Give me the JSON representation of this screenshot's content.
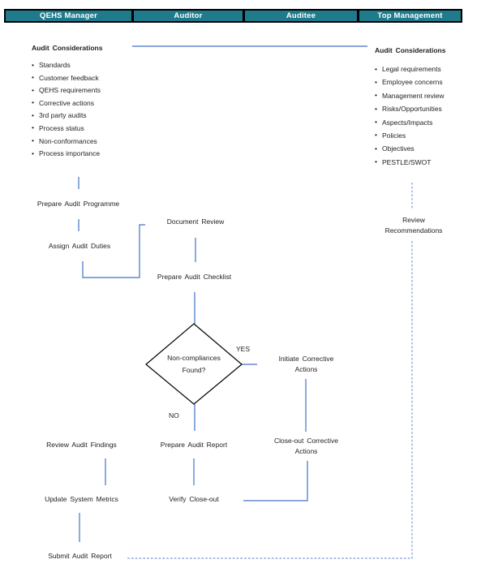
{
  "lanes": [
    {
      "label": "QEHS Manager"
    },
    {
      "label": "Auditor"
    },
    {
      "label": "Auditee"
    },
    {
      "label": "Top Management"
    }
  ],
  "colors": {
    "lane_bg": "#1F7A8C",
    "lane_text": "#FFFFFF",
    "connector": "#4472C4",
    "connector_dashed": "#8FA9DE",
    "box_border": "#000000",
    "text": "#1F1F1F"
  },
  "boxes": {
    "considerations_left": {
      "title": "Audit Considerations",
      "items": [
        "Standards",
        "Customer feedback",
        "QEHS requirements",
        "Corrective actions",
        "3rd party audits",
        "Process status",
        "Non-conformances",
        "Process importance"
      ]
    },
    "considerations_right": {
      "title": "Audit Considerations",
      "items": [
        "Legal requirements",
        "Employee concerns",
        "Management review",
        "Risks/Opportunities",
        "Aspects/Impacts",
        "Policies",
        "Objectives",
        "PESTLE/SWOT"
      ]
    },
    "prepare_audit_programme": "Prepare Audit Programme",
    "assign_audit_duties": "Assign Audit Duties",
    "document_review": "Document Review",
    "prepare_audit_checklist": "Prepare Audit Checklist",
    "decision": {
      "line1": "Non-compliances",
      "line2": "Found?"
    },
    "initiate_corrective_actions": "Initiate Corrective Actions",
    "close_out_corrective_actions": "Close-out Corrective Actions",
    "review_recommendations": "Review Recommendations",
    "prepare_audit_report": "Prepare Audit Report",
    "verify_close_out": "Verify Close-out",
    "review_audit_findings": "Review Audit Findings",
    "update_system_metrics": "Update System Metrics",
    "submit_audit_report": "Submit Audit Report"
  },
  "labels": {
    "yes": "YES",
    "no": "NO"
  }
}
